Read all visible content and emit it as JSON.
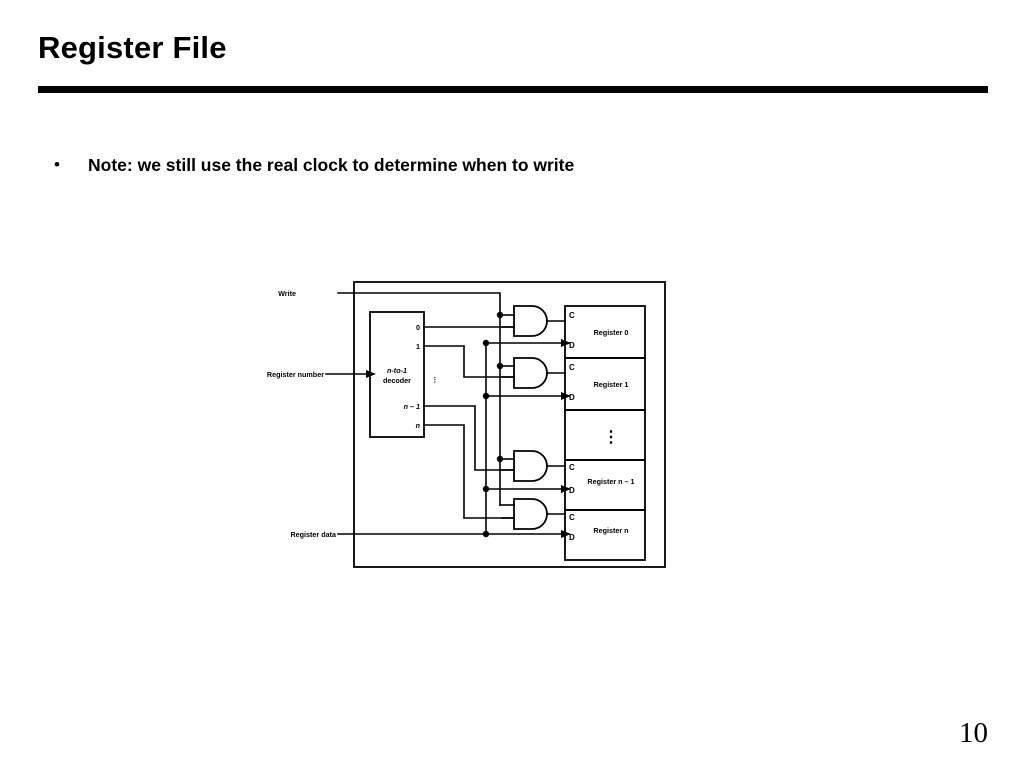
{
  "slide": {
    "title": "Register File",
    "page_number": "10",
    "bullets": [
      {
        "marker": "•",
        "text": "Note:  we still use the real clock to determine when to write"
      }
    ]
  },
  "figure": {
    "name": "register-file-block-diagram",
    "inputs": [
      {
        "id": "write",
        "label": "Write"
      },
      {
        "id": "register-number",
        "label": "Register number"
      },
      {
        "id": "register-data",
        "label": "Register data"
      }
    ],
    "decoder": {
      "label_line1": "n-to-1",
      "label_line2": "decoder",
      "outputs": [
        "0",
        "1",
        "⋮",
        "n – 1",
        "n"
      ]
    },
    "gates": [
      {
        "id": "and-gate-0",
        "type": "AND"
      },
      {
        "id": "and-gate-1",
        "type": "AND"
      },
      {
        "id": "and-gate-n-1",
        "type": "AND"
      },
      {
        "id": "and-gate-n",
        "type": "AND"
      }
    ],
    "registers": [
      {
        "id": "register-0",
        "label": "Register 0",
        "pins": [
          "C",
          "D"
        ]
      },
      {
        "id": "register-1",
        "label": "Register 1",
        "pins": [
          "C",
          "D"
        ]
      },
      {
        "id": "register-ellipsis",
        "label": "⋮",
        "pins": []
      },
      {
        "id": "register-n-1",
        "label": "Register n – 1",
        "pins": [
          "C",
          "D"
        ]
      },
      {
        "id": "register-n",
        "label": "Register n",
        "pins": [
          "C",
          "D"
        ]
      }
    ],
    "colors": {
      "line": "#000000",
      "background": "#ffffff"
    }
  }
}
